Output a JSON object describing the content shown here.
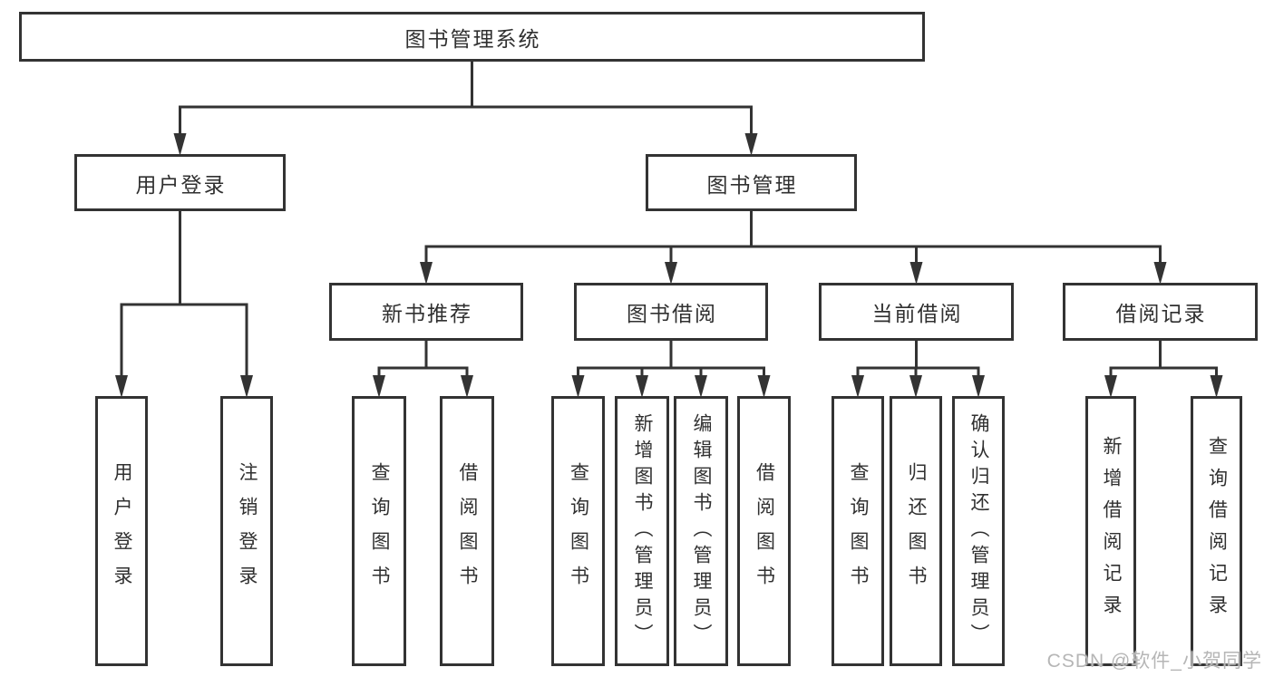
{
  "diagram": {
    "title": "图书管理系统",
    "watermark": "CSDN @软件_小贺同学",
    "colors": {
      "line": "#333333",
      "text": "#303030",
      "watermark": "#b6b6b6",
      "background": "#ffffff"
    },
    "nodes": [
      {
        "id": "root",
        "label": "图书管理系统",
        "level": 0,
        "parent": null
      },
      {
        "id": "user-login",
        "label": "用户登录",
        "level": 1,
        "parent": "root"
      },
      {
        "id": "book-mgmt",
        "label": "图书管理",
        "level": 1,
        "parent": "root"
      },
      {
        "id": "new-book-rec",
        "label": "新书推荐",
        "level": 2,
        "parent": "book-mgmt"
      },
      {
        "id": "book-borrow",
        "label": "图书借阅",
        "level": 2,
        "parent": "book-mgmt"
      },
      {
        "id": "current-borrow",
        "label": "当前借阅",
        "level": 2,
        "parent": "book-mgmt"
      },
      {
        "id": "borrow-record",
        "label": "借阅记录",
        "level": 2,
        "parent": "book-mgmt"
      },
      {
        "id": "leaf-user-login",
        "label": "用户登录",
        "level": 3,
        "parent": "user-login"
      },
      {
        "id": "leaf-logout",
        "label": "注销登录",
        "level": 3,
        "parent": "user-login"
      },
      {
        "id": "leaf-query-book-1",
        "label": "查询图书",
        "level": 3,
        "parent": "new-book-rec"
      },
      {
        "id": "leaf-borrow-book-1",
        "label": "借阅图书",
        "level": 3,
        "parent": "new-book-rec"
      },
      {
        "id": "leaf-query-book-2",
        "label": "查询图书",
        "level": 3,
        "parent": "book-borrow"
      },
      {
        "id": "leaf-add-book",
        "label": "新增图书（管理员）",
        "level": 3,
        "parent": "book-borrow"
      },
      {
        "id": "leaf-edit-book",
        "label": "编辑图书（管理员）",
        "level": 3,
        "parent": "book-borrow"
      },
      {
        "id": "leaf-borrow-book-2",
        "label": "借阅图书",
        "level": 3,
        "parent": "book-borrow"
      },
      {
        "id": "leaf-query-book-3",
        "label": "查询图书",
        "level": 3,
        "parent": "current-borrow"
      },
      {
        "id": "leaf-return-book",
        "label": "归还图书",
        "level": 3,
        "parent": "current-borrow"
      },
      {
        "id": "leaf-confirm-return",
        "label": "确认归还（管理员）",
        "level": 3,
        "parent": "current-borrow"
      },
      {
        "id": "leaf-add-record",
        "label": "新增借阅记录",
        "level": 3,
        "parent": "borrow-record"
      },
      {
        "id": "leaf-query-record",
        "label": "查询借阅记录",
        "level": 3,
        "parent": "borrow-record"
      }
    ]
  }
}
